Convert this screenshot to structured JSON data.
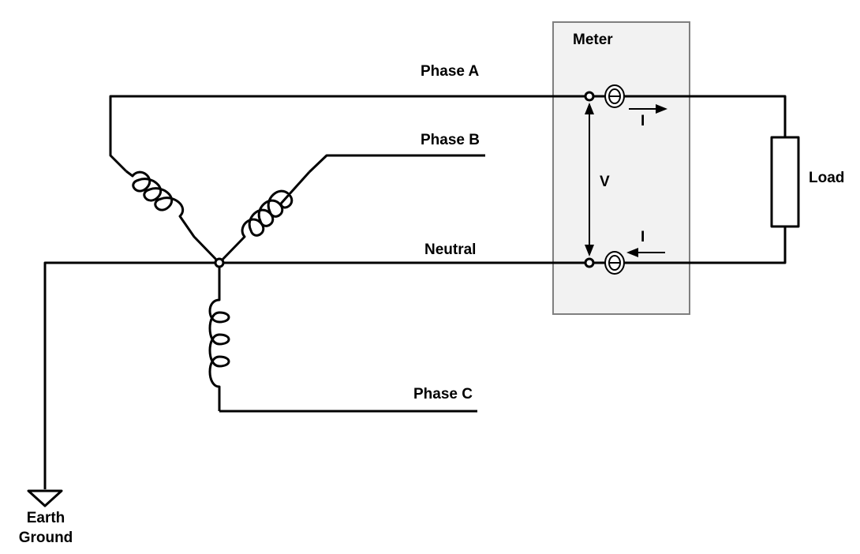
{
  "labels": {
    "meter": "Meter",
    "phase_a": "Phase A",
    "phase_b": "Phase B",
    "phase_c": "Phase C",
    "neutral": "Neutral",
    "load": "Load",
    "voltage": "V",
    "current_top": "I",
    "current_bottom": "I",
    "earth_ground_line1": "Earth",
    "earth_ground_line2": "Ground"
  },
  "colors": {
    "wire": "#000000",
    "meter_fill": "#f2f2f2",
    "meter_border": "#7f7f7f",
    "background": "#ffffff"
  }
}
